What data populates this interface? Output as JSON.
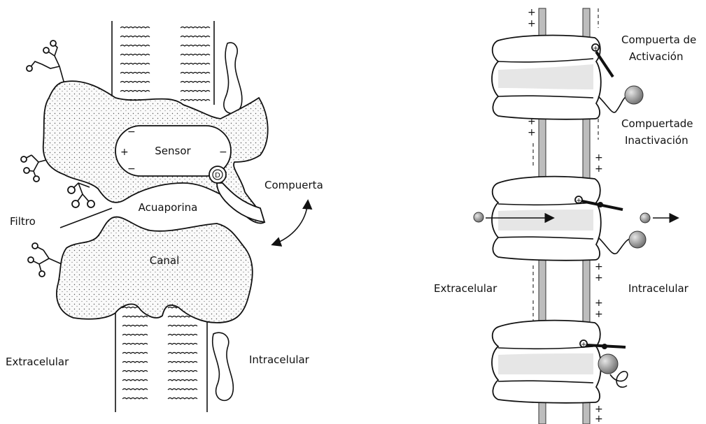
{
  "left_diagram": {
    "labels": {
      "sensor": "Sensor",
      "acuaporina": "Acuaporina",
      "filtro": "Filtro",
      "canal": "Canal",
      "compuerta": "Compuerta",
      "extracelular": "Extracelular",
      "intracelular": "Intracelular",
      "gate_mark": "D",
      "plus": "+",
      "minus": "−"
    }
  },
  "right_diagram": {
    "labels": {
      "activation_gate": [
        "Compuerta de",
        "Activación"
      ],
      "inactivation_gate": [
        "Compuertade",
        "Inactivación"
      ],
      "extracelular": "Extracelular",
      "intracelular": "Intracelular"
    },
    "charges": {
      "plus": "+",
      "minus": "−"
    },
    "states": [
      "closed",
      "open",
      "inactivated"
    ]
  },
  "colors": {
    "ink": "#111111",
    "membrane": "#bdbdbd",
    "ion": "#8c8c8c"
  }
}
